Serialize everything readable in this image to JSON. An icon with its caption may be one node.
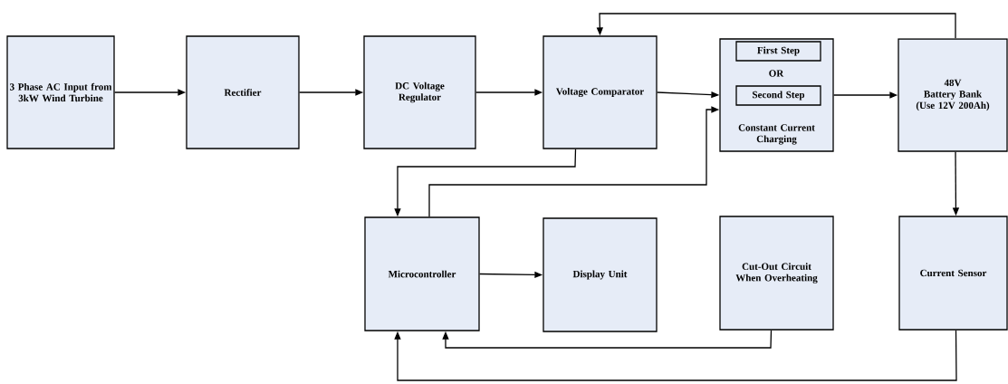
{
  "diagram": {
    "nodes": [
      {
        "text": [
          "3 Phase AC Input from 3kW Wind Turbine"
        ]
      },
      {
        "text": [
          "Rectifier"
        ]
      },
      {
        "text": [
          "DC  Voltage Regulator"
        ]
      },
      {
        "text": [
          "Voltage Comparator"
        ]
      },
      {
        "text": [
          "Constant Current Charging"
        ]
      },
      {
        "text": [
          "First Step"
        ],
        "in": 4
      },
      {
        "text": [
          "Second Step"
        ],
        "in": 4
      },
      {
        "text": [
          "48V",
          "Battery Bank (Use 12V 200Ah)"
        ]
      },
      {
        "text": [
          "Microcontroller"
        ]
      },
      {
        "text": [
          "Display Unit"
        ]
      },
      {
        "text": [
          "Cut-Out Circuit When Overheating"
        ]
      },
      {
        "text": [
          "Current Sensor"
        ]
      }
    ],
    "edges": [
      {
        "from": 0,
        "to": 1,
        "arrow": "to"
      },
      {
        "from": 1,
        "to": 2,
        "arrow": "to"
      },
      {
        "from": 2,
        "to": 3,
        "arrow": "to"
      },
      {
        "from": 3,
        "to": 4,
        "arrow": "to"
      },
      {
        "from": 4,
        "to": 7,
        "arrow": "to"
      },
      {
        "from": 7,
        "to": 3,
        "arrow": "to"
      },
      {
        "from": 3,
        "to": 8,
        "arrow": "to"
      },
      {
        "from": 8,
        "to": 4,
        "arrow": "to"
      },
      {
        "from": 8,
        "to": 9,
        "arrow": "to"
      },
      {
        "from": 7,
        "to": 11,
        "arrow": "to"
      },
      {
        "from": 10,
        "to": 8,
        "arrow": "to"
      },
      {
        "from": 11,
        "to": 8,
        "arrow": "to"
      }
    ],
    "labels": [
      "OR"
    ]
  }
}
